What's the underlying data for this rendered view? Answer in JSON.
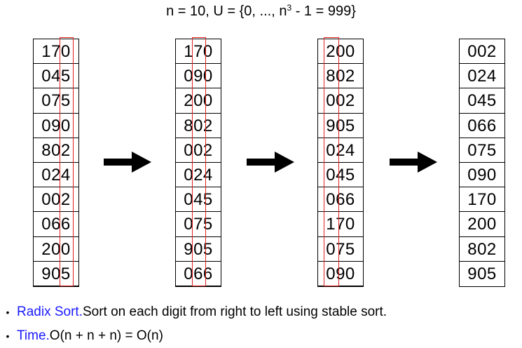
{
  "title": {
    "before_sup": "n = 10, U = {0, ..., n",
    "sup": "3",
    "after_sup": " - 1 = 999}"
  },
  "columns": [
    {
      "values": [
        "170",
        "045",
        "075",
        "090",
        "802",
        "024",
        "002",
        "066",
        "200",
        "905"
      ],
      "highlight_digit": "ones"
    },
    {
      "values": [
        "170",
        "090",
        "200",
        "802",
        "002",
        "024",
        "045",
        "075",
        "905",
        "066"
      ],
      "highlight_digit": "tens"
    },
    {
      "values": [
        "200",
        "802",
        "002",
        "905",
        "024",
        "045",
        "066",
        "170",
        "075",
        "090"
      ],
      "highlight_digit": "hundreds"
    },
    {
      "values": [
        "002",
        "024",
        "045",
        "066",
        "075",
        "090",
        "170",
        "200",
        "802",
        "905"
      ],
      "highlight_digit": "none"
    }
  ],
  "bullets": [
    {
      "term": "Radix Sort.",
      "text": " Sort on each digit from right to left using stable sort."
    },
    {
      "term": "Time.",
      "text": " O(n + n + n) = O(n)"
    }
  ],
  "colors": {
    "highlight": "#e02020",
    "term": "#1a1aff",
    "arrow": "#000000"
  },
  "icons": {
    "step_arrow": "right-arrow-icon",
    "bullet": "bullet-icon"
  }
}
